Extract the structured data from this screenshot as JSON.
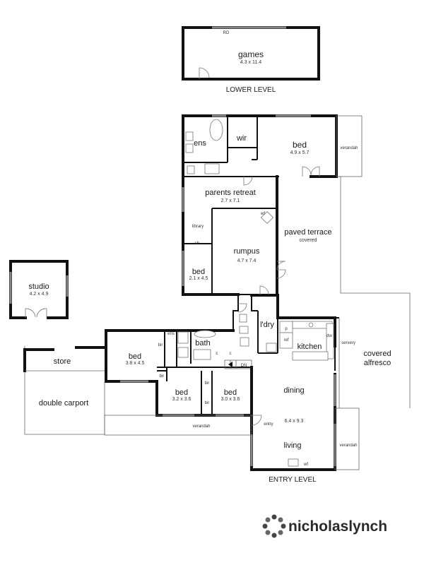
{
  "lower_level": {
    "caption": "LOWER LEVEL",
    "rd": "RD",
    "games": {
      "name": "games",
      "size": "4.3 x 11.4"
    }
  },
  "upper": {
    "ens": "ens",
    "wir": "wir",
    "bed_main": {
      "name": "bed",
      "size": "4.9 x 5.7"
    },
    "verandah_top": "verandah",
    "parents_retreat": {
      "name": "parents retreat",
      "size": "2.7 x 7.1"
    },
    "wf": "wf",
    "library": "library",
    "sh": "sh",
    "rumpus": {
      "name": "rumpus",
      "size": "4.7 x 7.4"
    },
    "bed_small": {
      "name": "bed",
      "size": "2.1 x 4.5"
    },
    "paved_terrace": {
      "name": "paved terrace",
      "sub": "covered"
    }
  },
  "studio": {
    "name": "studio",
    "size": "4.2 x 4.9"
  },
  "entry_level": {
    "caption": "ENTRY LEVEL",
    "ldry": "l'dry",
    "p": "p",
    "ref": "ref",
    "kitchen": "kitchen",
    "dw": "dw",
    "servery": "servery",
    "covered_alfresco": {
      "line1": "covered",
      "line2": "alfresco"
    },
    "ens2": "ens",
    "bath": "bath",
    "bir1": "bir",
    "bir2": "bir",
    "bir3": "bir",
    "bir4": "bir",
    "c1": "c",
    "c2": "c",
    "dn": "DN",
    "store": "store",
    "bed_a": {
      "name": "bed",
      "size": "3.8 x 4.5"
    },
    "bed_b": {
      "name": "bed",
      "size": "3.2 x 3.6"
    },
    "bed_c": {
      "name": "bed",
      "size": "3.0 x 3.6"
    },
    "double_carport": "double carport",
    "dining": "dining",
    "dining_size": "6.4 x 9.3",
    "living": "living",
    "verandah_left": "verandah",
    "verandah_right": "verandah",
    "entry": "entry",
    "wf2": "wf"
  },
  "logo": {
    "text": "nicholaslynch"
  }
}
